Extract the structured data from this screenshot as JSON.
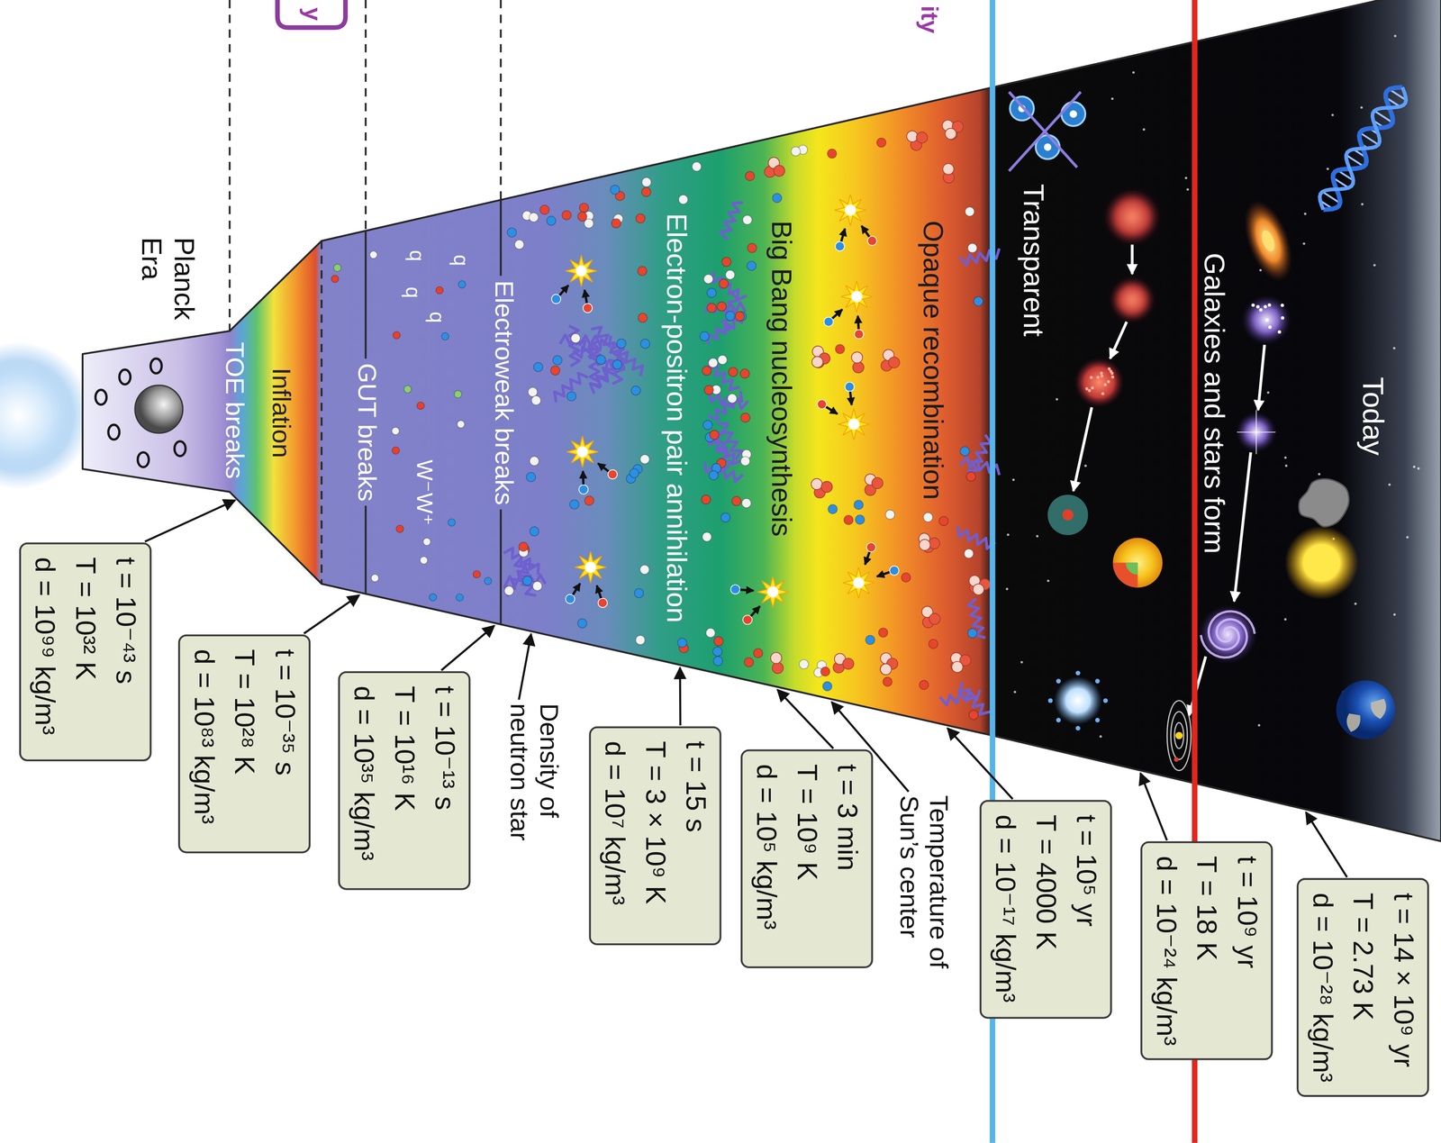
{
  "diagram": {
    "nodes": [
      {
        "text": [
          "t = 10⁻⁴³ s",
          "T = 10³² K",
          "d = 10⁹⁹ kg/m³"
        ]
      },
      {
        "text": [
          "t = 10⁻³⁵ s",
          "T = 10²⁸ K",
          "d = 10⁸³ kg/m³"
        ]
      },
      {
        "text": [
          "t = 10⁻¹³ s",
          "T = 10¹⁶ K",
          "d = 10³⁵ kg/m³"
        ]
      },
      {
        "text": [
          "t = 15 s",
          "T = 3 × 10⁹ K",
          "d = 10⁷ kg/m³"
        ]
      },
      {
        "text": [
          "t = 3 min",
          "T = 10⁹ K",
          "d = 10⁵ kg/m³"
        ]
      },
      {
        "text": [
          "t = 10⁵ yr",
          "T = 4000 K",
          "d = 10⁻¹⁷ kg/m³"
        ]
      },
      {
        "text": [
          "t = 10⁹ yr",
          "T = 18 K",
          "d = 10⁻²⁴ kg/m³"
        ]
      },
      {
        "text": [
          "t = 14 × 10⁹ yr",
          "T = 2.73 K",
          "d = 10⁻²⁸ kg/m³"
        ]
      }
    ],
    "labels": [
      "ity",
      "y",
      "Planck Era",
      "TOE breaks",
      "Inflation",
      "GUT breaks",
      "q",
      "q",
      "q",
      "q",
      "W⁻",
      "W⁺",
      "Electroweak breaks",
      "Density of neutron star",
      "Electron-positron pair annihilation",
      "Big Bang nucleosynthesis",
      "Temperature of Sun’s center",
      "Opaque recombination",
      "Transparent",
      "Galaxies and stars form",
      "Today"
    ]
  }
}
